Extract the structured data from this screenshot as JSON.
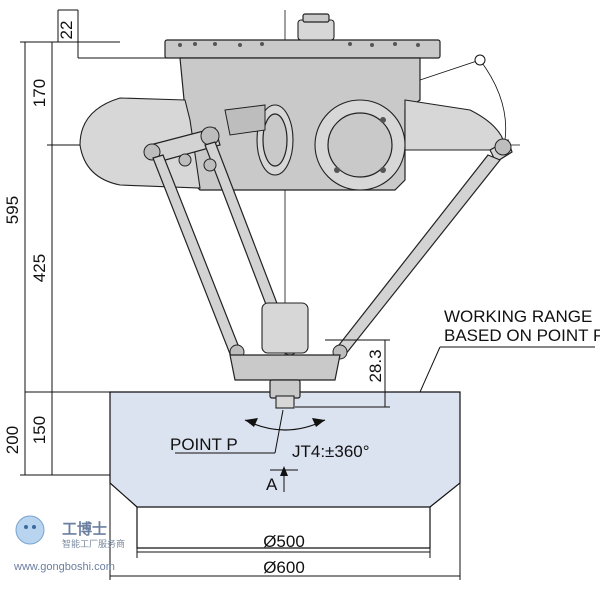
{
  "dimensions": {
    "d22": "22",
    "d170": "170",
    "d595": "595",
    "d425": "425",
    "d150": "150",
    "d200": "200",
    "d28_3": "28.3",
    "d500": "Ø500",
    "d600": "Ø600"
  },
  "labels": {
    "working_range_line1": "WORKING RANGE",
    "working_range_line2": "BASED ON POINT P",
    "point_p": "POINT P",
    "jt4": "JT4:±360°",
    "view_a": "A"
  },
  "watermark": {
    "cn_brand": "工博士",
    "cn_sub": "智能工厂服务商",
    "url": "www.gongboshi.com"
  },
  "colors": {
    "working_range_fill": "#dbe3f0",
    "robot_body": "#c9c9c9",
    "line": "#111111"
  }
}
